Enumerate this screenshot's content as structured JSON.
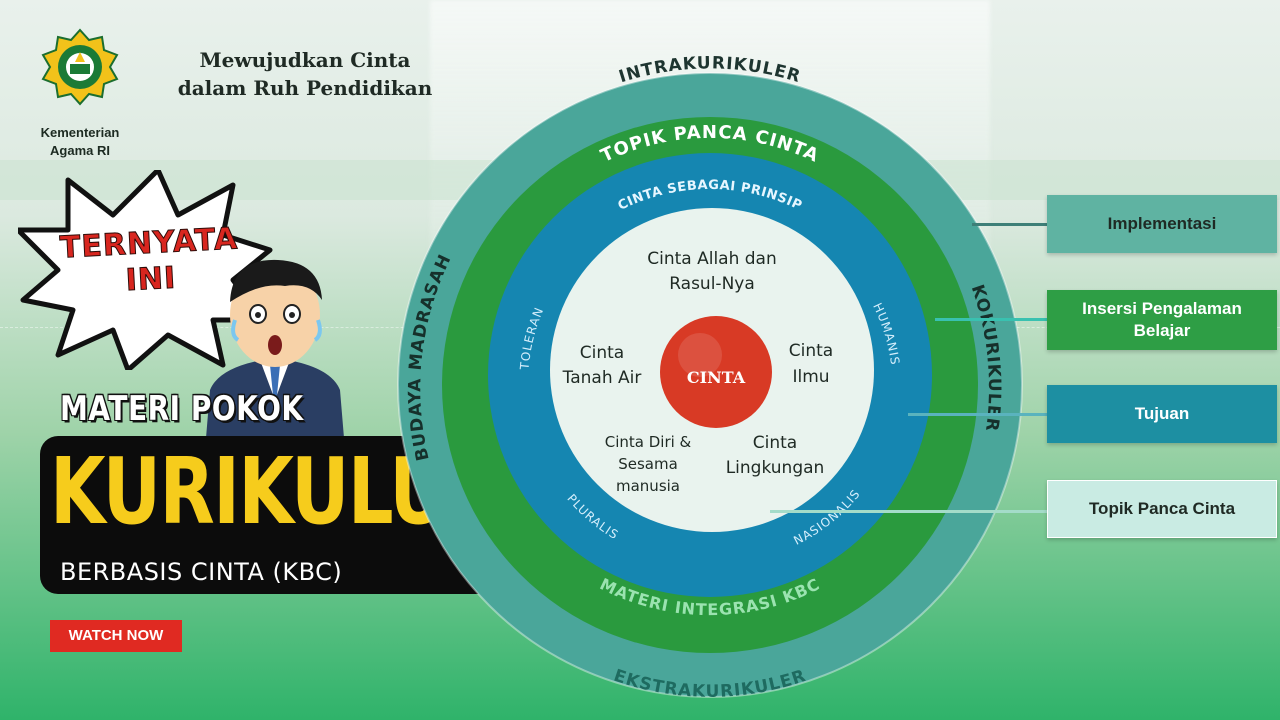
{
  "header": {
    "org_name_line1": "Kementerian",
    "org_name_line2": "Agama RI",
    "motto_line1": "Mewujudkan Cinta",
    "motto_line2": "dalam Ruh Pendidikan"
  },
  "burst": {
    "line1": "TERNYATA",
    "line2": "INI"
  },
  "title": {
    "pre": "MATERI POKOK",
    "main": "KURIKULUM",
    "sub": "BERBASIS CINTA (KBC)",
    "cta": "WATCH NOW"
  },
  "diagram": {
    "ring_outer": {
      "top": "INTRAKURIKULER",
      "bottom": "EKSTRAKURIKULER",
      "left": "BUDAYA MADRASAH",
      "right": "KOKURIKULER"
    },
    "ring_green": {
      "top": "TOPIK PANCA CINTA",
      "bottom": "MATERI INTEGRASI KBC"
    },
    "ring_blue": {
      "top": "CINTA SEBAGAI PRINSIP",
      "left": "TOLERAN",
      "right": "HUMANIS",
      "bottom_left": "PLURALIS",
      "bottom_right": "NASIONALIS"
    },
    "center": "CINTA",
    "topics": {
      "top_line1": "Cinta Allah dan",
      "top_line2": "Rasul-Nya",
      "left_line1": "Cinta",
      "left_line2": "Tanah Air",
      "right_line1": "Cinta",
      "right_line2": "Ilmu",
      "bl_line1": "Cinta Diri &",
      "bl_line2": "Sesama",
      "bl_line3": "manusia",
      "br_line1": "Cinta",
      "br_line2": "Lingkungan"
    }
  },
  "side_boxes": [
    {
      "label": "Implementasi",
      "color": "#5fb3a2"
    },
    {
      "label": "Insersi Pengalaman Belajar",
      "color": "#2e9e45"
    },
    {
      "label": "Tujuan",
      "color": "#1d8fa2"
    },
    {
      "label": "Topik Panca Cinta",
      "color": "#c9ebe3"
    }
  ],
  "colors": {
    "outer_ring": "#4aa69a",
    "green_ring": "#2a9a3e",
    "blue_ring": "#1586b1",
    "center": "#d83a25",
    "title_yellow": "#f6cc1c",
    "burst_red": "#d8261f",
    "cta_red": "#e02a22"
  }
}
